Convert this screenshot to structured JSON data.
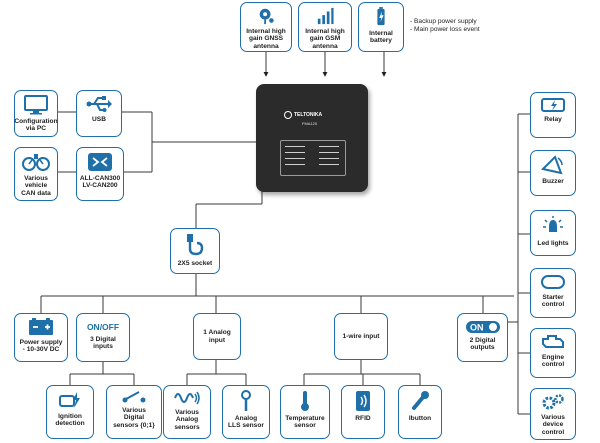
{
  "colors": {
    "accent": "#1f6fa8",
    "line": "#3a3a3a",
    "device": "#2b2b2b"
  },
  "notes": [
    "- Backup power supply",
    "- Main power loss event"
  ],
  "device": {
    "brand": "TELTONIKA",
    "model": "FMA120"
  },
  "nodes": {
    "gnss": {
      "label": "Internal high\ngain GNSS\nantenna",
      "icon": "gnss-antenna-icon"
    },
    "gsm": {
      "label": "Internal high\ngain GSM\nantenna",
      "icon": "gsm-antenna-icon"
    },
    "battery": {
      "label": "Internal\nbattery",
      "icon": "battery-icon"
    },
    "pc": {
      "label": "Configuration\nvia PC",
      "icon": "monitor-icon"
    },
    "usb": {
      "label": "USB",
      "icon": "usb-icon"
    },
    "can": {
      "label": "Various\nvehicle\nCAN data",
      "icon": "gauges-icon"
    },
    "lvcan": {
      "label": "ALL-CAN300\nLV-CAN200",
      "icon": "can-adapter-icon"
    },
    "socket": {
      "label": "2X5 socket",
      "icon": "socket-icon"
    },
    "power": {
      "label": "Power supply\n- 10-30V DC",
      "icon": "power-icon"
    },
    "dinputs": {
      "label": "3 Digital\ninputs",
      "badge": "ON/OFF",
      "icon": "on-off-icon"
    },
    "analog": {
      "label": "1 Analog\ninput"
    },
    "onewire": {
      "label": "1-wire input"
    },
    "doutputs": {
      "label": "2 Digital\noutputs",
      "icon": "toggle-icon"
    },
    "ignition": {
      "label": "Ignition\ndetection",
      "icon": "ignition-icon"
    },
    "digsensors": {
      "label": "Various\nDigital\nsensors {0;1}",
      "icon": "switch-icon"
    },
    "analogsensors": {
      "label": "Various\nAnalog\nsensors",
      "icon": "analog-wave-icon"
    },
    "lls": {
      "label": "Analog\nLLS sensor",
      "icon": "fuel-probe-icon"
    },
    "temp": {
      "label": "Temperature\nsensor",
      "icon": "thermometer-icon"
    },
    "rfid": {
      "label": "RFID",
      "icon": "rfid-icon"
    },
    "ibutton": {
      "label": "Ibutton",
      "icon": "ibutton-icon"
    },
    "relay": {
      "label": "Relay",
      "icon": "relay-icon"
    },
    "buzzer": {
      "label": "Buzzer",
      "icon": "buzzer-icon"
    },
    "led": {
      "label": "Led lights",
      "icon": "led-icon"
    },
    "starter": {
      "label": "Starter\ncontrol",
      "icon": "starter-icon"
    },
    "engine": {
      "label": "Engine\ncontrol",
      "icon": "engine-icon"
    },
    "devcontrol": {
      "label": "Various\ndevice\ncontrol",
      "icon": "gears-icon"
    }
  }
}
